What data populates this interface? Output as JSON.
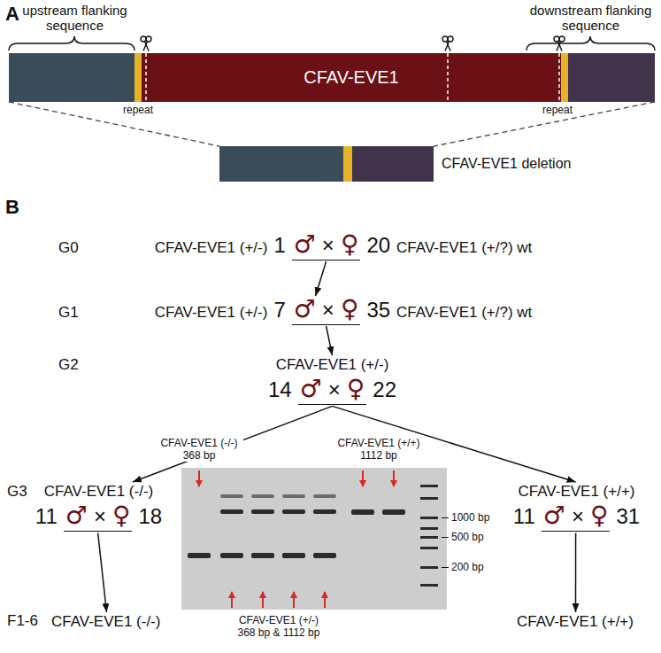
{
  "diagram": {
    "nodes": [
      {
        "text": [
          "CFAV-EVE1"
        ]
      },
      {
        "text": [
          "CFAV-EVE1 deletion"
        ]
      },
      {
        "text": [
          "CFAV-EVE1 (+/-)",
          "1",
          "♂",
          "×",
          "♀",
          "20",
          "CFAV-EVE1 (+/?) wt"
        ]
      },
      {
        "text": [
          "CFAV-EVE1 (+/-)",
          "7",
          "♂",
          "×",
          "♀",
          "35",
          "CFAV-EVE1 (+/?) wt"
        ]
      },
      {
        "text": [
          "CFAV-EVE1 (+/-)",
          "14",
          "♂",
          "×",
          "♀",
          "22"
        ]
      },
      {
        "text": [
          "CFAV-EVE1 (-/-)",
          "11",
          "♂",
          "×",
          "♀",
          "18"
        ]
      },
      {
        "text": [
          "CFAV-EVE1 (+/+)",
          "11",
          "♂",
          "×",
          "♀",
          "31"
        ]
      },
      {
        "text": [
          "CFAV-EVE1 (-/-)"
        ]
      },
      {
        "text": [
          "CFAV-EVE1 (+/+)"
        ]
      }
    ],
    "edges": [
      {
        "from": 2,
        "to": 3,
        "arrow": "to"
      },
      {
        "from": 3,
        "to": 4,
        "arrow": "to"
      },
      {
        "from": 4,
        "to": 5,
        "arrow": "to"
      },
      {
        "from": 4,
        "to": 6,
        "arrow": "to"
      },
      {
        "from": 5,
        "to": 7,
        "arrow": "to"
      },
      {
        "from": 6,
        "to": 8,
        "arrow": "to"
      }
    ],
    "labels": [
      "A",
      "upstream flanking sequence",
      "downstream flanking sequence",
      "repeat",
      "repeat",
      "B",
      "G0",
      "G1",
      "G2",
      "G3",
      "CFAV-EVE1 (-/-) 368 bp",
      "CFAV-EVE1 (+/+) 1112 bp",
      "1000 bp",
      "500 bp",
      "200 bp",
      "CFAV-EVE1 (+/-) 368 bp & 1112 bp",
      "F1-6"
    ]
  }
}
